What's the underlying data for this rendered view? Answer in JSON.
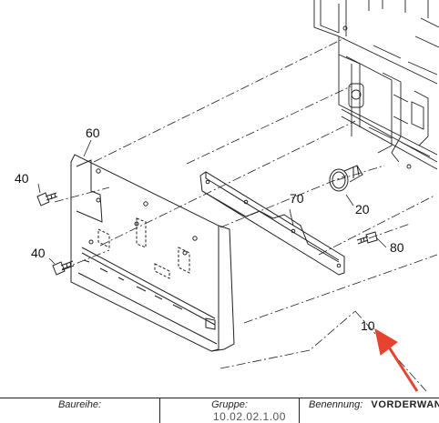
{
  "callouts": {
    "c60": "60",
    "c40a": "40",
    "c40b": "40",
    "c70": "70",
    "c20": "20",
    "c80": "80",
    "c10": "10"
  },
  "footer": {
    "baureihe_label": "Baureihe:",
    "gruppe_label": "Gruppe:",
    "gruppe_value": "10.02.02.1.00",
    "benennung_label": "Benennung:",
    "benennung_value": "VORDERWAND"
  },
  "colors": {
    "arrow": "#e8432f",
    "line": "#222222"
  }
}
